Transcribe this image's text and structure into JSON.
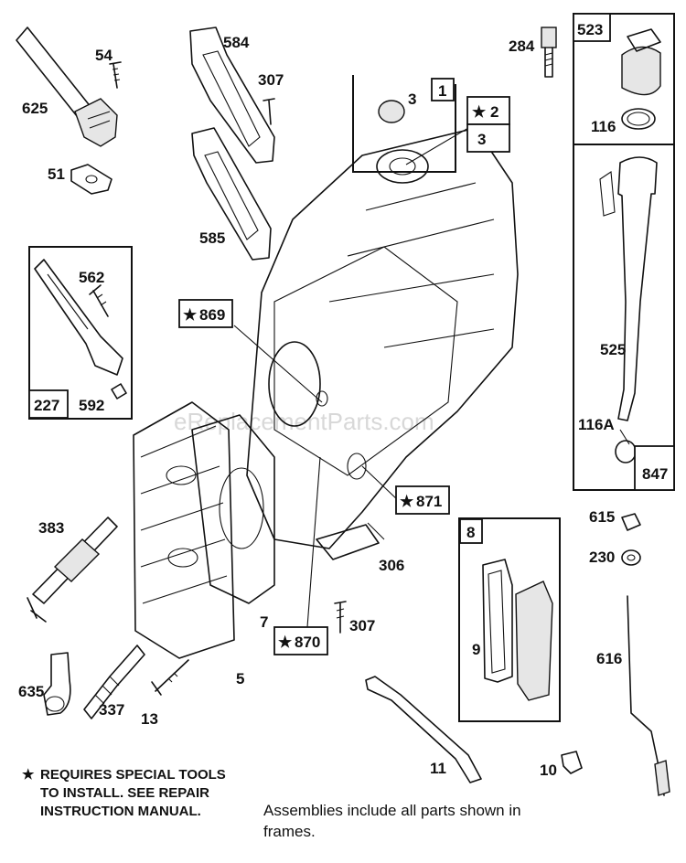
{
  "watermark": "eReplacementParts.com",
  "labels": {
    "p625": "625",
    "p54": "54",
    "p51": "51",
    "p584": "584",
    "p307a": "307",
    "p585": "585",
    "p284": "284",
    "p523": "523",
    "p116": "116",
    "p1": "1",
    "p3a": "3",
    "p2": "2",
    "p3b": "3",
    "p562": "562",
    "p227": "227",
    "p592": "592",
    "p869": "869",
    "p525": "525",
    "p116A": "116A",
    "p847": "847",
    "p871": "871",
    "p383": "383",
    "p8": "8",
    "p615": "615",
    "p230": "230",
    "p306": "306",
    "p9": "9",
    "p7": "7",
    "p307b": "307",
    "p870": "870",
    "p616": "616",
    "p635": "635",
    "p337": "337",
    "p13": "13",
    "p5": "5",
    "p11": "11",
    "p10": "10"
  },
  "star_glyph": "★",
  "notes": {
    "special_tools_1": "REQUIRES SPECIAL TOOLS",
    "special_tools_2": "TO INSTALL.  SEE REPAIR",
    "special_tools_3": "INSTRUCTION MANUAL.",
    "assemblies_1": "Assemblies include all parts shown in",
    "assemblies_2": "frames."
  }
}
